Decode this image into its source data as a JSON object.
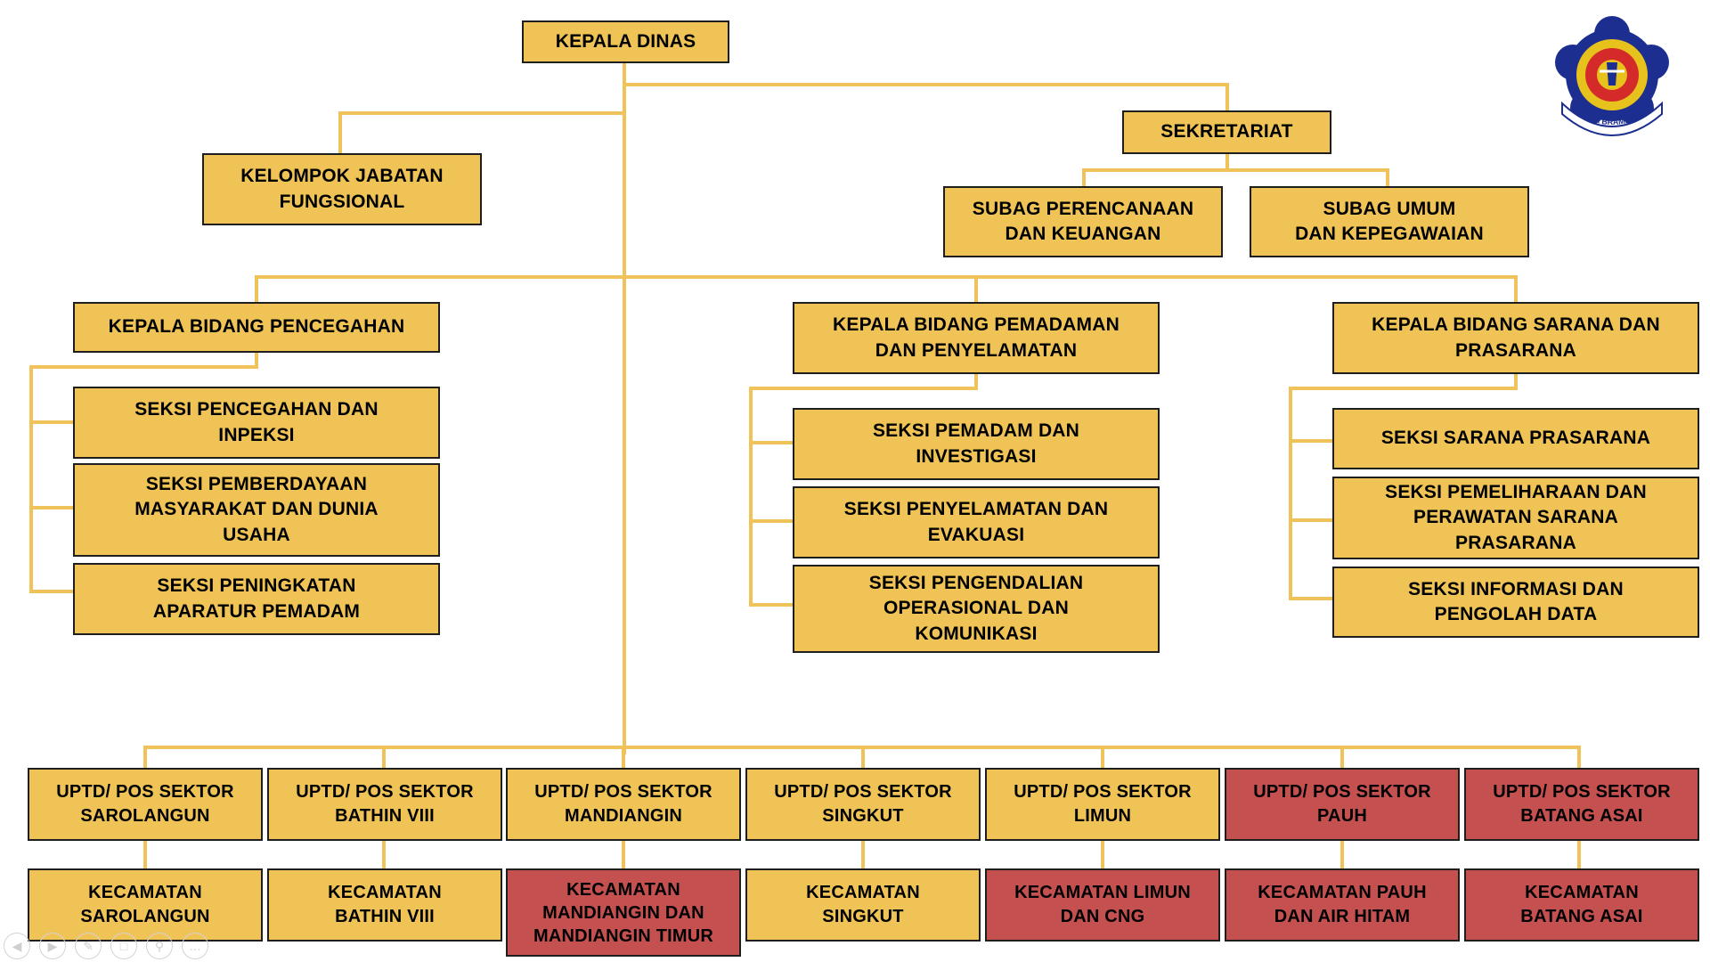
{
  "colors": {
    "box": "#f0c356",
    "box_highlight": "#c55050",
    "connector": "#efc25a",
    "border": "#1e1e1e"
  },
  "logo": {
    "motto": "YUDHA BRAMA JAYA"
  },
  "boxes": {
    "kepala_dinas": "KEPALA DINAS",
    "kelompok_jabatan": "KELOMPOK JABATAN\nFUNGSIONAL",
    "sekretariat": "SEKRETARIAT",
    "subag_perencanaan": "SUBAG PERENCANAAN\nDAN KEUANGAN",
    "subag_umum": "SUBAG UMUM\nDAN KEPEGAWAIAN",
    "kabid_pencegahan": "KEPALA BIDANG PENCEGAHAN",
    "seksi_pencegahan": "SEKSI PENCEGAHAN DAN\nINPEKSI",
    "seksi_pemberdayaan": "SEKSI PEMBERDAYAAN\nMASYARAKAT DAN DUNIA\nUSAHA",
    "seksi_peningkatan": "SEKSI PENINGKATAN\nAPARATUR PEMADAM",
    "kabid_pemadaman": "KEPALA BIDANG PEMADAMAN\nDAN PENYELAMATAN",
    "seksi_pemadam": "SEKSI PEMADAM DAN\nINVESTIGASI",
    "seksi_penyelamatan": "SEKSI PENYELAMATAN DAN\nEVAKUASI",
    "seksi_pengendalian": "SEKSI PENGENDALIAN\nOPERASIONAL DAN\nKOMUNIKASI",
    "kabid_sarana": "KEPALA BIDANG SARANA DAN\nPRASARANA",
    "seksi_sarana": "SEKSI SARANA PRASARANA",
    "seksi_pemeliharaan": "SEKSI PEMELIHARAAN DAN\nPERAWATAN SARANA\nPRASARANA",
    "seksi_informasi": "SEKSI INFORMASI DAN\nPENGOLAH DATA"
  },
  "uptd": [
    {
      "unit": "UPTD/ POS SEKTOR\nSAROLANGUN",
      "kecamatan": "KECAMATAN\nSAROLANGUN"
    },
    {
      "unit": "UPTD/ POS SEKTOR\nBATHIN VIII",
      "kecamatan": "KECAMATAN\nBATHIN VIII"
    },
    {
      "unit": "UPTD/ POS SEKTOR\nMANDIANGIN",
      "kecamatan": "KECAMATAN\nMANDIANGIN DAN\nMANDIANGIN TIMUR"
    },
    {
      "unit": "UPTD/ POS SEKTOR\nSINGKUT",
      "kecamatan": "KECAMATAN\nSINGKUT"
    },
    {
      "unit": "UPTD/ POS SEKTOR\nLIMUN",
      "kecamatan": "KECAMATAN LIMUN\nDAN CNG"
    },
    {
      "unit": "UPTD/ POS SEKTOR\nPAUH",
      "kecamatan": "KECAMATAN PAUH\nDAN AIR HITAM"
    },
    {
      "unit": "UPTD/ POS SEKTOR\nBATANG ASAI",
      "kecamatan": "KECAMATAN\nBATANG ASAI"
    }
  ],
  "nav_controls": [
    "previous-slide",
    "next-slide",
    "pen",
    "slides",
    "zoom",
    "more"
  ]
}
